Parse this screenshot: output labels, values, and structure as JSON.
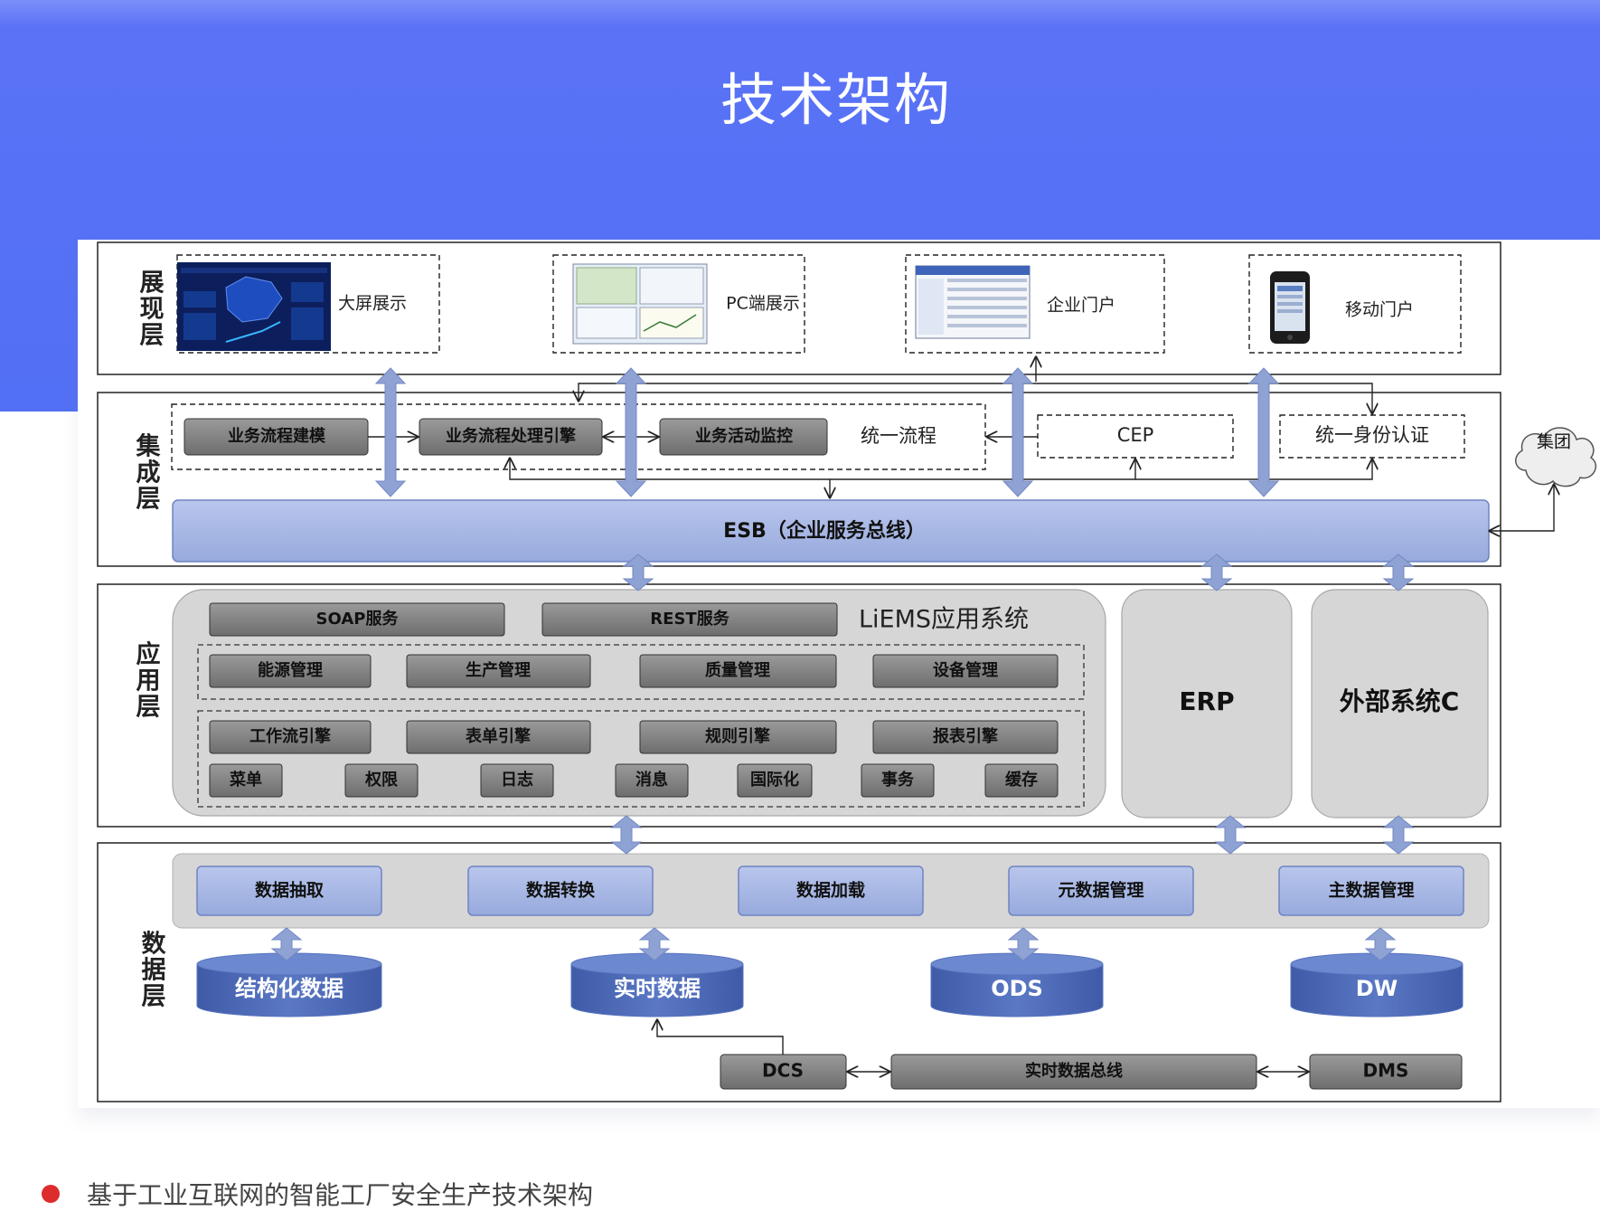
{
  "header": {
    "title": "技术架构"
  },
  "caption": "基于工业互联网的智能工厂安全生产技术架构",
  "colors": {
    "banner": "#5270f5",
    "arrow": "#8ea2d4",
    "bar": "#a9b8e3",
    "db": "#4e6ab8",
    "button": "#7a7a7a"
  },
  "layers": {
    "presentation": {
      "label": "展现层",
      "items": [
        {
          "label": "大屏展示",
          "thumb": "dashboard"
        },
        {
          "label": "PC端展示",
          "thumb": "pc-screen"
        },
        {
          "label": "企业门户",
          "thumb": "portal-window"
        },
        {
          "label": "移动门户",
          "thumb": "mobile-phone"
        }
      ]
    },
    "integration": {
      "label": "集成层",
      "process_buttons": [
        "业务流程建模",
        "业务流程处理引擎",
        "业务活动监控"
      ],
      "unified_process": "统一流程",
      "cep": "CEP",
      "auth": "统一身份认证",
      "esb": "ESB（企业服务总线）",
      "group_cloud": "集团"
    },
    "application": {
      "label": "应用层",
      "services": [
        "SOAP服务",
        "REST服务"
      ],
      "system_title": "LiEMS应用系统",
      "management": [
        "能源管理",
        "生产管理",
        "质量管理",
        "设备管理"
      ],
      "engines": [
        "工作流引擎",
        "表单引擎",
        "规则引擎",
        "报表引擎"
      ],
      "utilities": [
        "菜单",
        "权限",
        "日志",
        "消息",
        "国际化",
        "事务",
        "缓存"
      ],
      "erp": "ERP",
      "external": "外部系统C"
    },
    "data": {
      "label": "数据层",
      "processes": [
        "数据抽取",
        "数据转换",
        "数据加载",
        "元数据管理",
        "主数据管理"
      ],
      "stores": [
        "结构化数据",
        "实时数据",
        "ODS",
        "DW"
      ],
      "bus": {
        "dcs": "DCS",
        "bus": "实时数据总线",
        "dms": "DMS"
      }
    }
  }
}
